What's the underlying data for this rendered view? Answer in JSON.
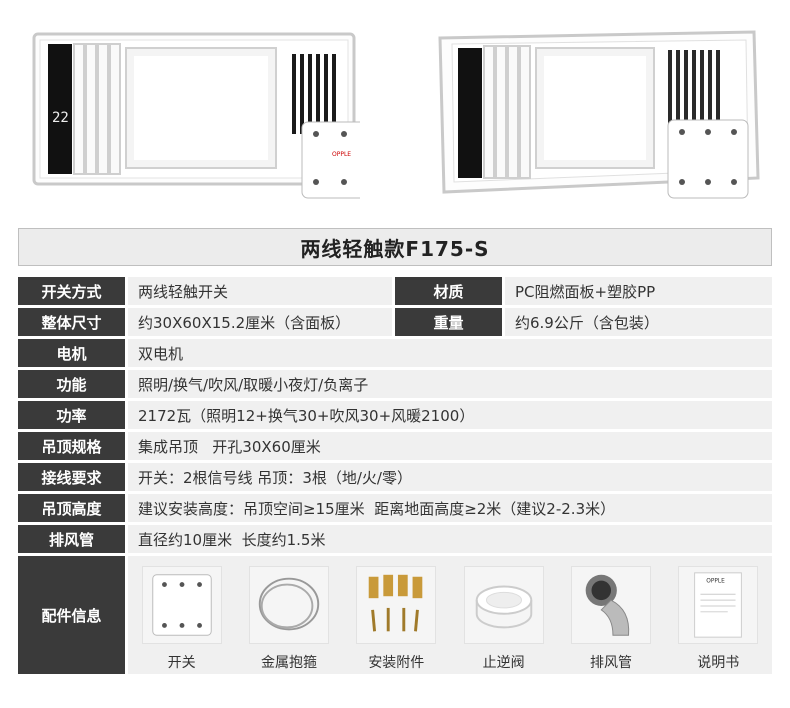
{
  "title": "两线轻触款F175-S",
  "rows": [
    {
      "label": "开关方式",
      "value": "两线轻触开关",
      "label2": "材质",
      "value2": "PC阻燃面板+塑胶PP"
    },
    {
      "label": "整体尺寸",
      "value": "约30X60X15.2厘米（含面板）",
      "label2": "重量",
      "value2": "约6.9公斤（含包装）"
    },
    {
      "label": "电机",
      "value": "双电机"
    },
    {
      "label": "功能",
      "value": "照明/换气/吹风/取暖小夜灯/负离子"
    },
    {
      "label": "功率",
      "value": "2172瓦（照明12+换气30+吹风30+风暖2100）"
    },
    {
      "label": "吊顶规格",
      "value": "集成吊顶   开孔30X60厘米"
    },
    {
      "label": "接线要求",
      "value": "开关：2根信号线 吊顶：3根（地/火/零）"
    },
    {
      "label": "吊顶高度",
      "value": "建议安装高度：吊顶空间≥15厘米  距离地面高度≥2米（建议2-2.3米）"
    },
    {
      "label": "排风管",
      "value": "直径约10厘米  长度约1.5米"
    }
  ],
  "accessories": {
    "label": "配件信息",
    "items": [
      "开关",
      "金属抱箍",
      "安装附件",
      "止逆阀",
      "排风管",
      "说明书"
    ]
  },
  "display": {
    "digits": "22"
  },
  "remote": {
    "brand": "OPPLE"
  },
  "manual": {
    "brand": "OPPLE"
  }
}
